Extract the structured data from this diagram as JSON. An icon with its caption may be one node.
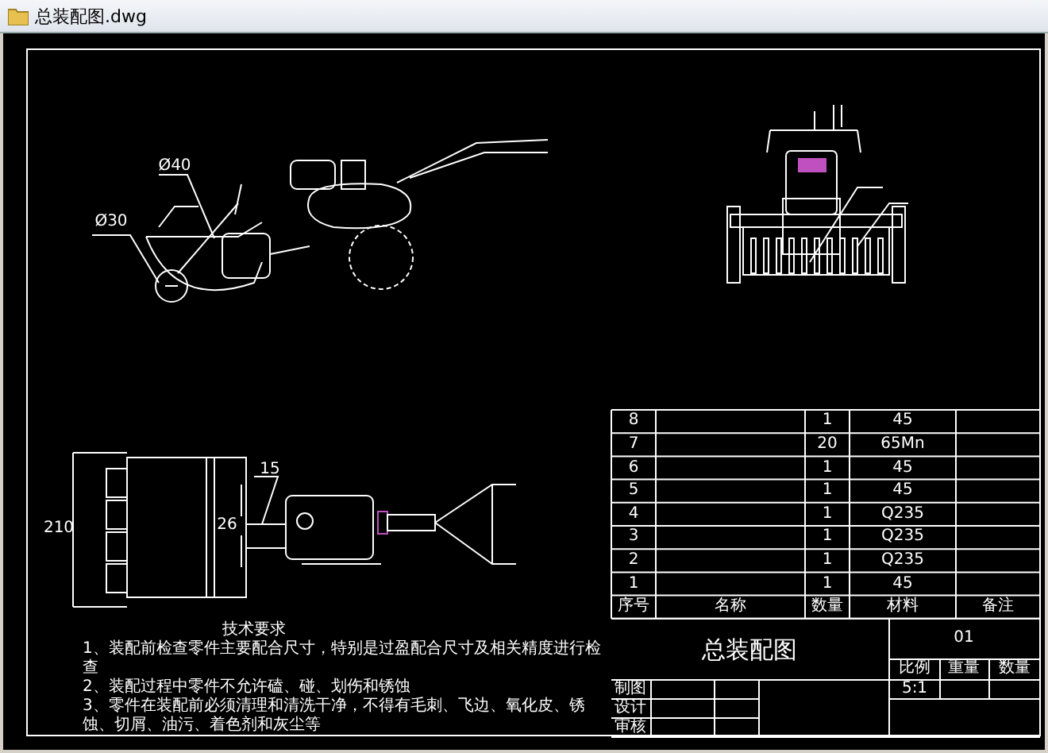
{
  "diagram": {
    "title": "总装配图.dwg",
    "labels": [
      "Ø40",
      "Ø30",
      "15",
      "210",
      "26",
      "8",
      "1",
      "45",
      "7",
      "20",
      "65Mn",
      "6",
      "1",
      "45",
      "5",
      "1",
      "45",
      "4",
      "1",
      "Q235",
      "3",
      "1",
      "Q235",
      "2",
      "1",
      "Q235",
      "1",
      "1",
      "45",
      "序号",
      "名称",
      "数量",
      "材料",
      "备注",
      "01",
      "总装配图",
      "比例",
      "重量",
      "数量",
      "制图",
      "5:1",
      "设计",
      "审核",
      "技术要求",
      "1、装配前检查零件主要配合尺寸，特别是过盈配合尺寸及相关精度进行检查",
      "2、装配过程中零件不允许磕、碰、划伤和锈蚀",
      "3、零件在装配前必须清理和清洗干净，不得有毛刺、飞边、氧化皮、锈蚀、切屑、油污、着色剂和灰尘等"
    ]
  }
}
